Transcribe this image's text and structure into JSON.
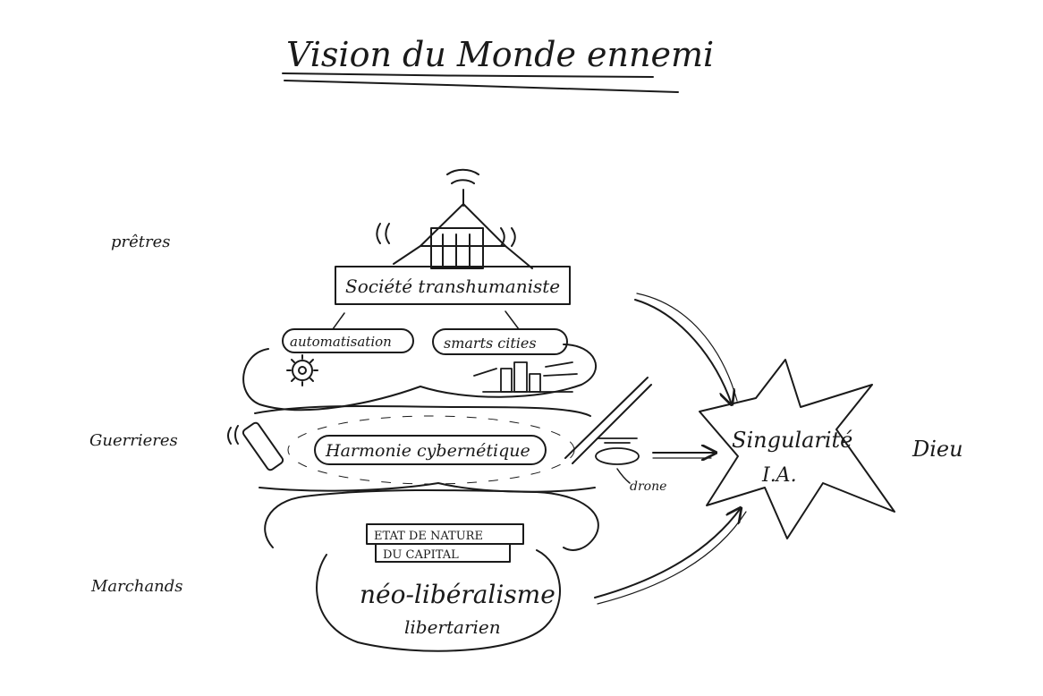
{
  "title": "Vision du Monde ennemi",
  "castes": {
    "priests": "prêtres",
    "warriors": "Guerrieres",
    "merchants": "Marchands"
  },
  "tiers": {
    "top": "Société transhumaniste",
    "automation": "automatisation",
    "smart_cities": "smarts cities",
    "middle": "Harmonie cybernétique",
    "drone_label": "drone",
    "base_header_line1": "ETAT DE NATURE",
    "base_header_line2": "DU CAPITAL",
    "base_main": "néo-libéralisme",
    "base_sub": "libertarien"
  },
  "singularity": {
    "line1": "Singularité",
    "line2": "I.A."
  },
  "god_label": "Dieu",
  "icon_names": [
    "tower-icon",
    "gear-icon",
    "city-icon",
    "phone-icon",
    "rifle-icon",
    "drone-icon",
    "star-icon"
  ]
}
